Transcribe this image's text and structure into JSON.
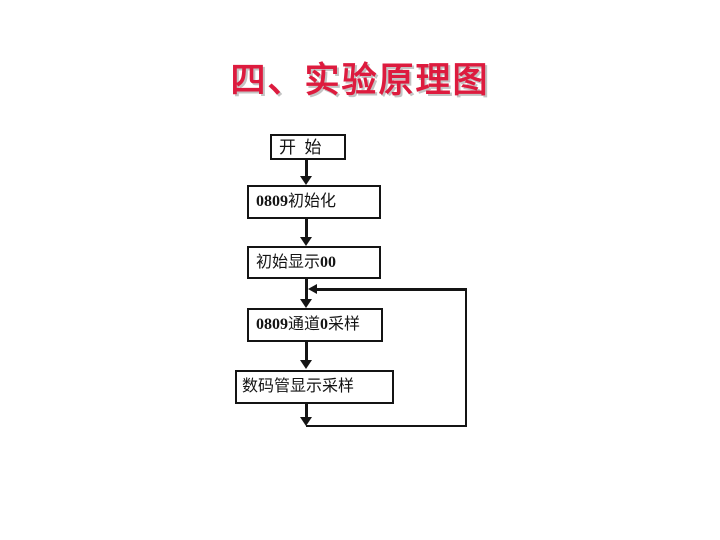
{
  "slide": {
    "title": "四、实验原理图",
    "title_color": "#dd1b3e",
    "background": "#ffffff"
  },
  "flowchart": {
    "line_color": "#141414",
    "boxes": [
      {
        "id": "start",
        "label": "开  始"
      },
      {
        "id": "init-0809",
        "label": "0809初始化"
      },
      {
        "id": "display-init",
        "label": "初始显示00"
      },
      {
        "id": "sample-ch0",
        "label": "0809通道0采样"
      },
      {
        "id": "display-sample",
        "label": "数码管显示采样"
      }
    ]
  }
}
